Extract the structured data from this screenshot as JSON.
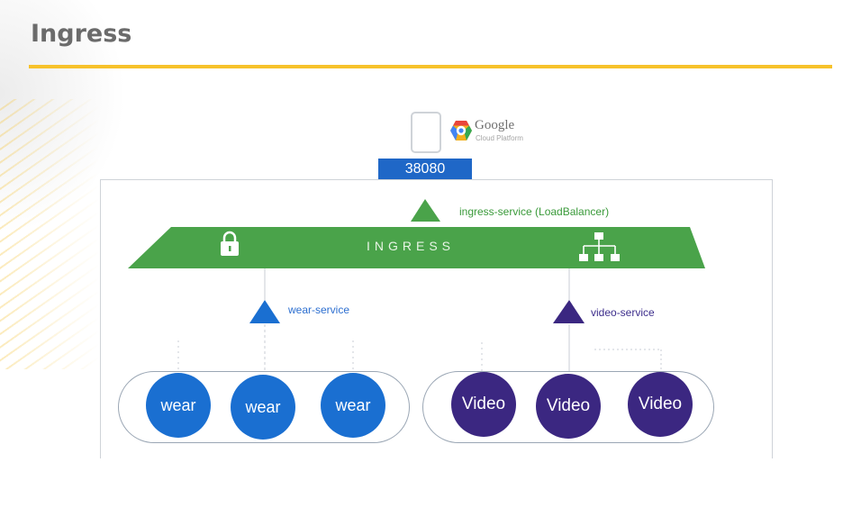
{
  "title": "Ingress",
  "gcp": {
    "name": "Google",
    "sub": "Cloud Platform"
  },
  "port": "38080",
  "ingress": {
    "label": "INGRESS",
    "service_label": "ingress-service (LoadBalancer)"
  },
  "services": {
    "wear": "wear-service",
    "video": "video-service"
  },
  "pods": {
    "wear": [
      "wear",
      "wear",
      "wear"
    ],
    "video": [
      "Video",
      "Video",
      "Video"
    ]
  },
  "colors": {
    "accent_rule": "#f7c22b",
    "ingress_green": "#4aa34a",
    "wear_blue": "#1a6fd1",
    "video_purple": "#3b2781",
    "port_blue": "#1f67c7"
  },
  "icons": [
    "lock-icon",
    "sitemap-icon",
    "phone-icon",
    "google-cloud-logo"
  ]
}
